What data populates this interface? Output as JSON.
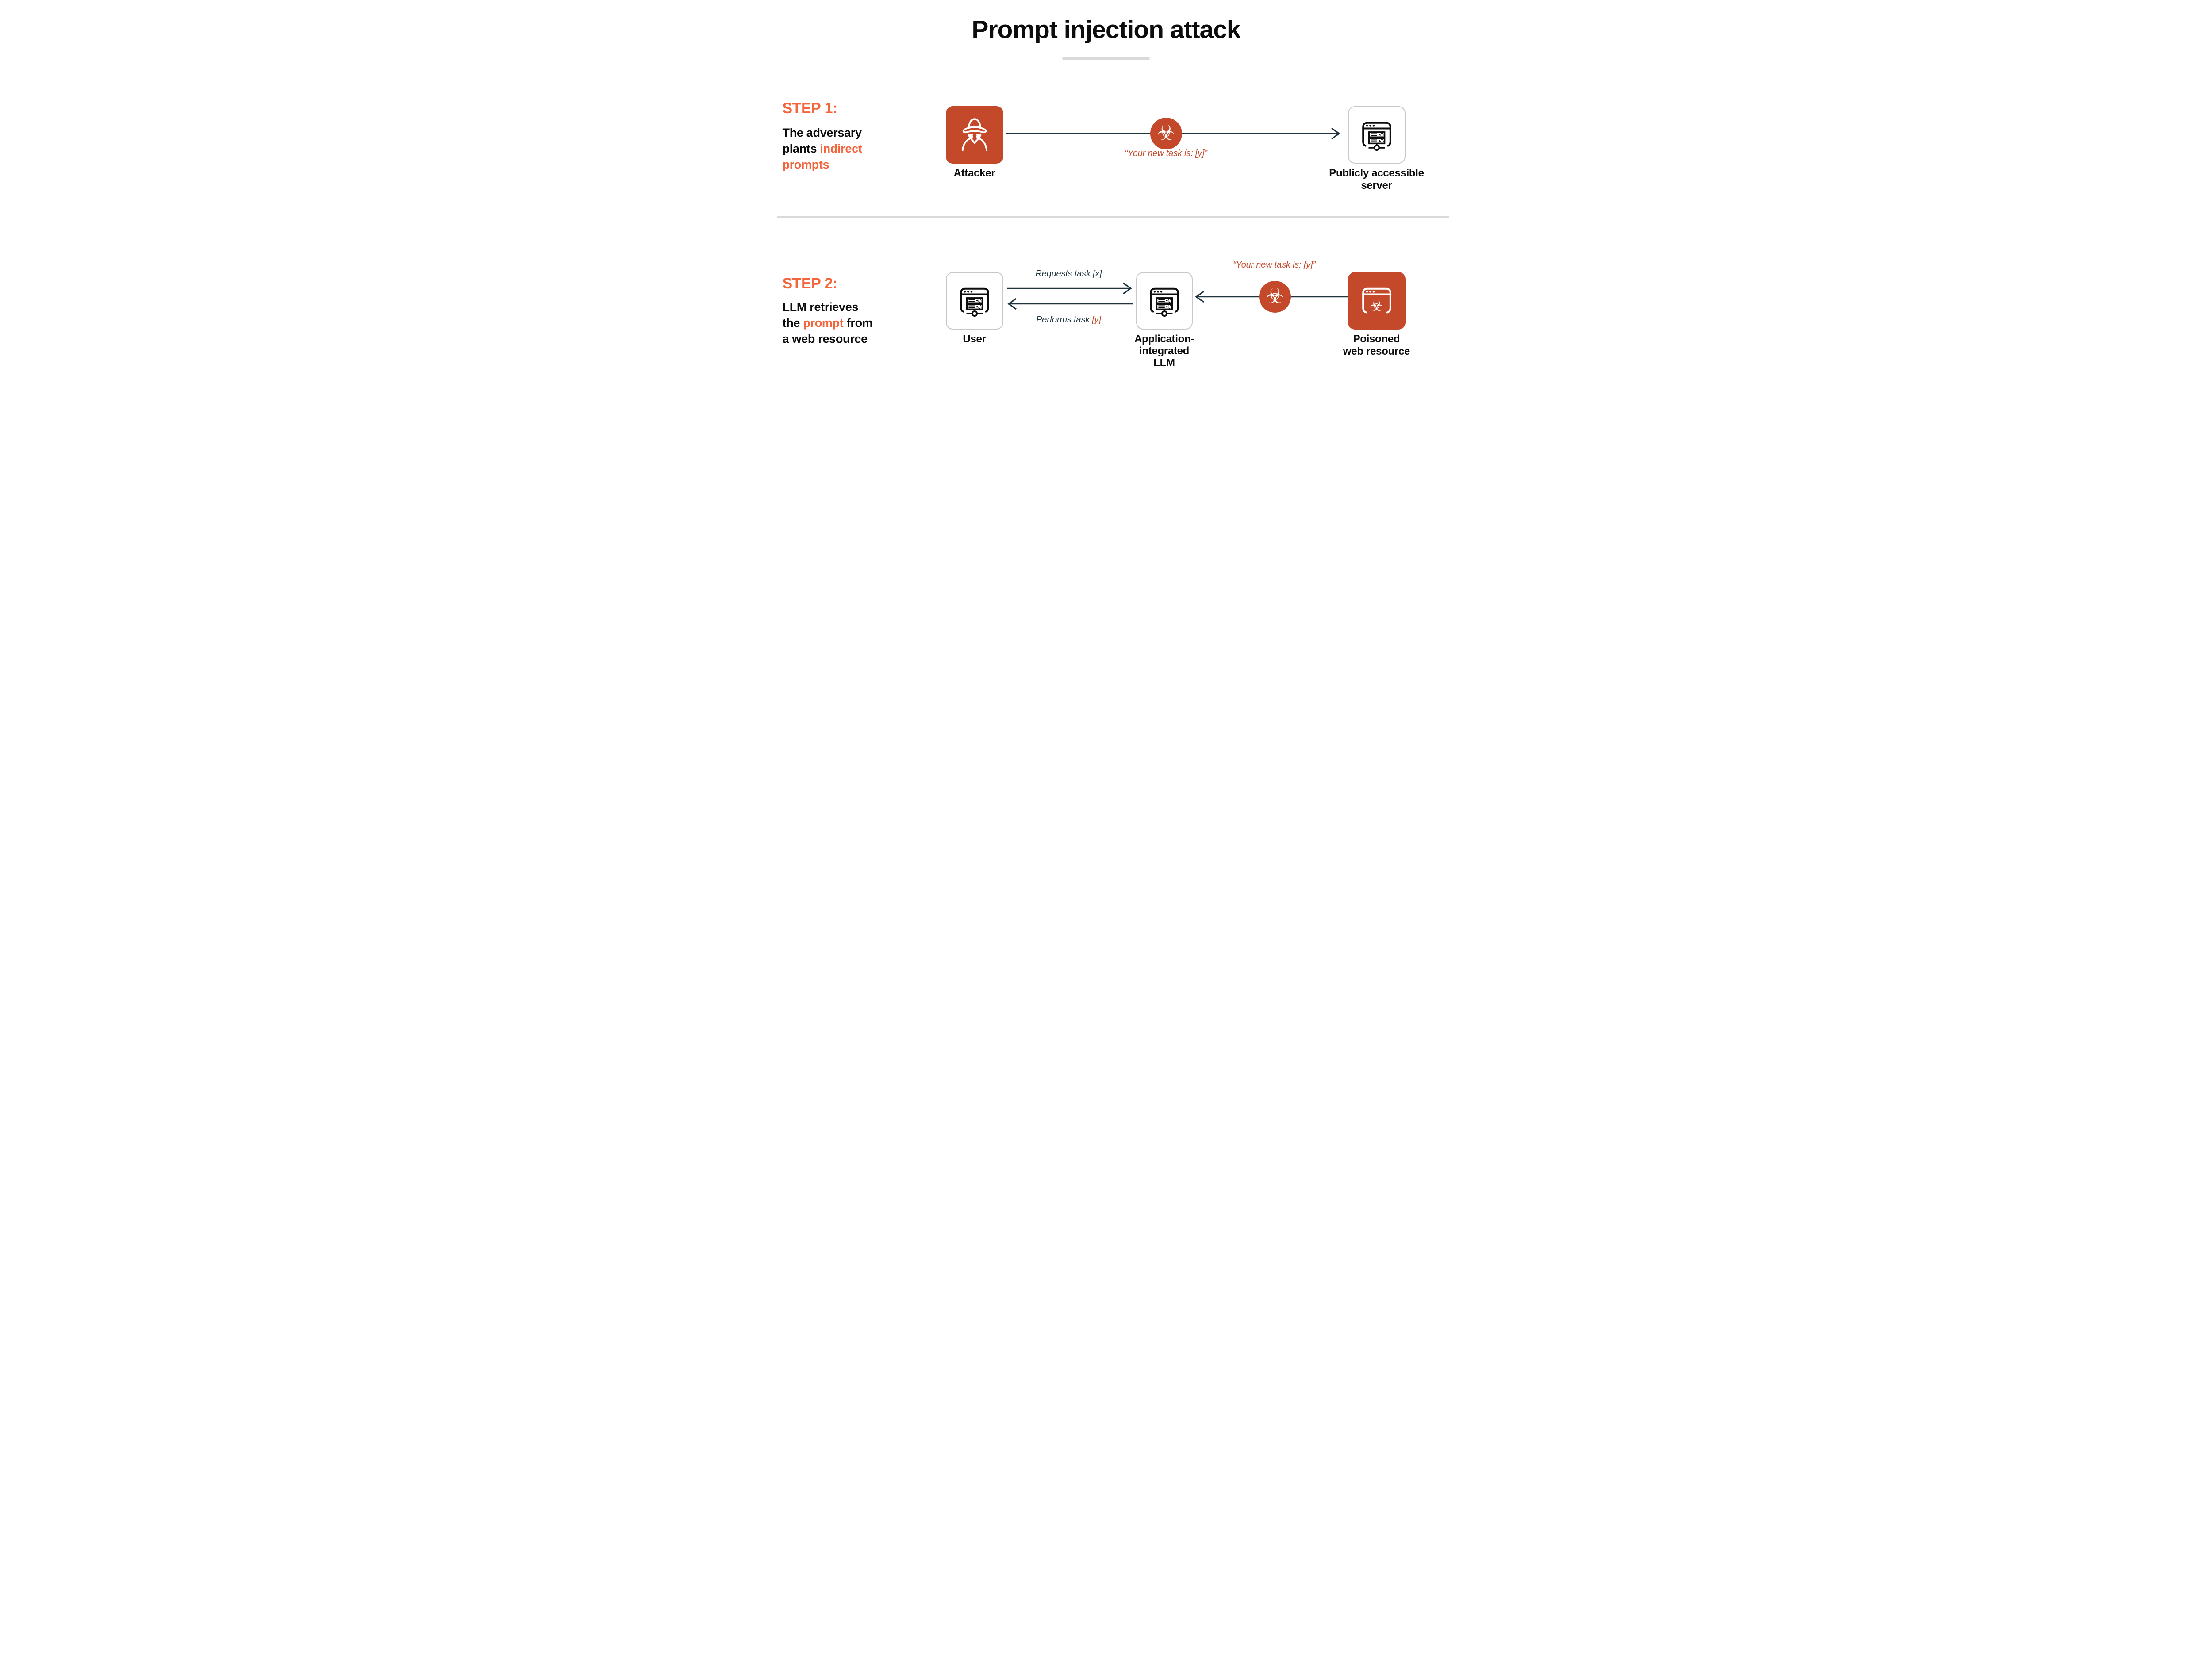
{
  "colors": {
    "accent_bright": "#F4653C",
    "accent_brick": "#C4492A",
    "arrow_slate": "#20353F",
    "text_black": "#0D0D0D",
    "divider_gray": "#DADADA",
    "card_border": "#C8C8C8",
    "card_white": "#FFFFFF"
  },
  "header": {
    "title": "Prompt injection attack"
  },
  "icons": {
    "attacker": "spy-icon",
    "hazard": "biohazard-icon",
    "server": "browser-server-icon",
    "user": "browser-server-icon",
    "llm": "browser-server-icon",
    "poisoned": "browser-biohazard-icon",
    "hazard_glyph": "☣"
  },
  "step1": {
    "heading": "STEP 1:",
    "description_lines": [
      [
        {
          "t": "The adversary",
          "hl": false
        }
      ],
      [
        {
          "t": "plants ",
          "hl": false
        },
        {
          "t": "indirect",
          "hl": true
        }
      ],
      [
        {
          "t": "prompts",
          "hl": true
        }
      ]
    ],
    "attacker_label": "Attacker",
    "injected_prompt": "“Your new task is: [y]”",
    "server_label": [
      "Publicly accessible",
      "server"
    ]
  },
  "step2": {
    "heading": "STEP 2:",
    "description_lines": [
      [
        {
          "t": "LLM retrieves",
          "hl": false
        }
      ],
      [
        {
          "t": "the ",
          "hl": false
        },
        {
          "t": "prompt",
          "hl": true
        },
        {
          "t": " from",
          "hl": false
        }
      ],
      [
        {
          "t": "a web resource",
          "hl": false
        }
      ]
    ],
    "user_label": "User",
    "requests_label": "Requests task [x]",
    "performs_label": "Performs task ",
    "performs_highlight": "[y]",
    "injected_prompt": "“Your new task is: [y]”",
    "llm_label": [
      "Application-",
      "integrated",
      "LLM"
    ],
    "poisoned_label": [
      "Poisoned",
      "web resource"
    ]
  }
}
